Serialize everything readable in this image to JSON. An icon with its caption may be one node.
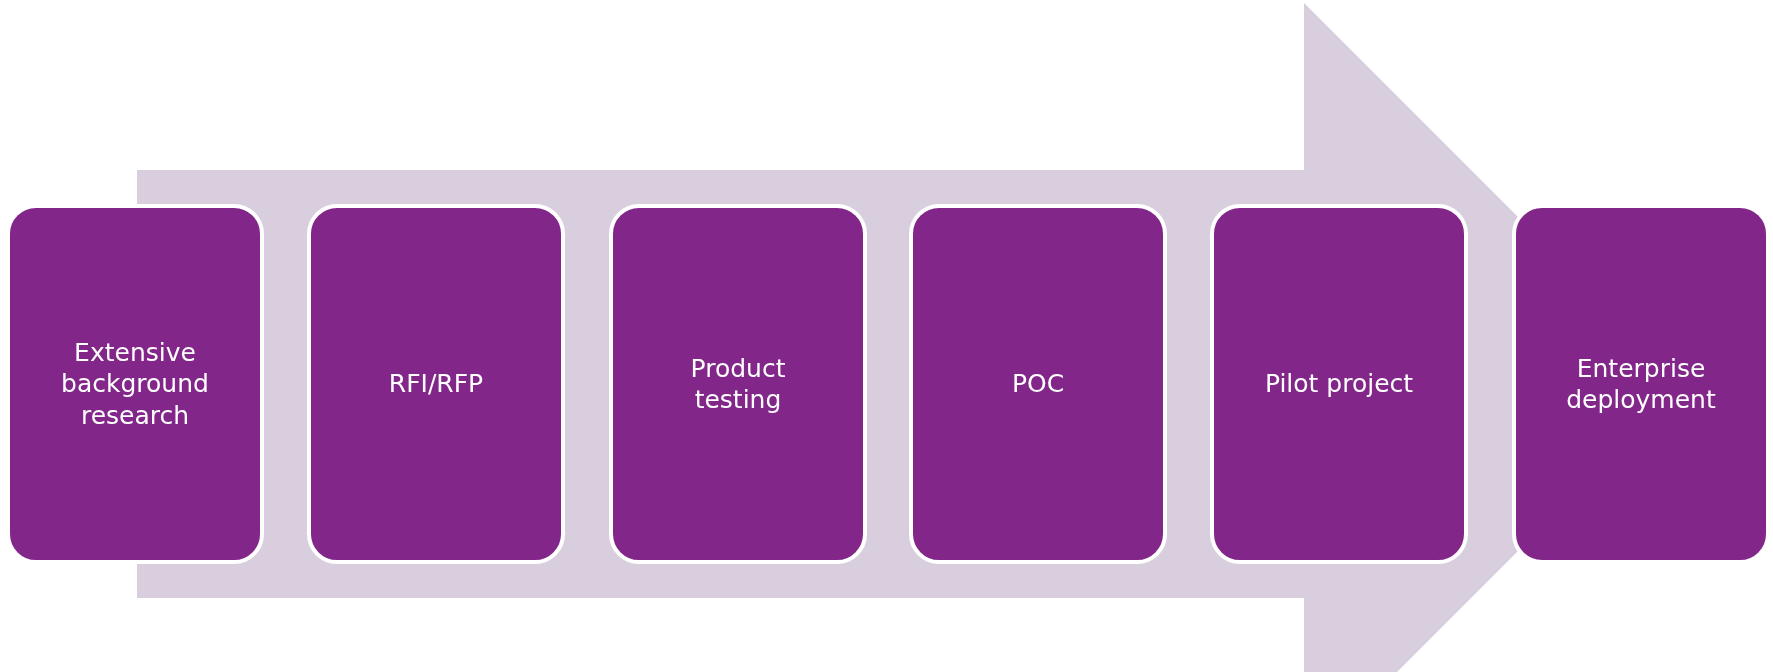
{
  "diagram": {
    "nodes": [
      {
        "text": [
          "Extensive background research"
        ]
      },
      {
        "text": [
          "RFI/RFP"
        ]
      },
      {
        "text": [
          "Product testing"
        ]
      },
      {
        "text": [
          "POC"
        ]
      },
      {
        "text": [
          "Pilot project"
        ]
      },
      {
        "text": [
          "Enterprise deployment"
        ]
      }
    ],
    "edges": [
      {
        "from": 0,
        "to": 5,
        "arrow": "to"
      }
    ]
  }
}
